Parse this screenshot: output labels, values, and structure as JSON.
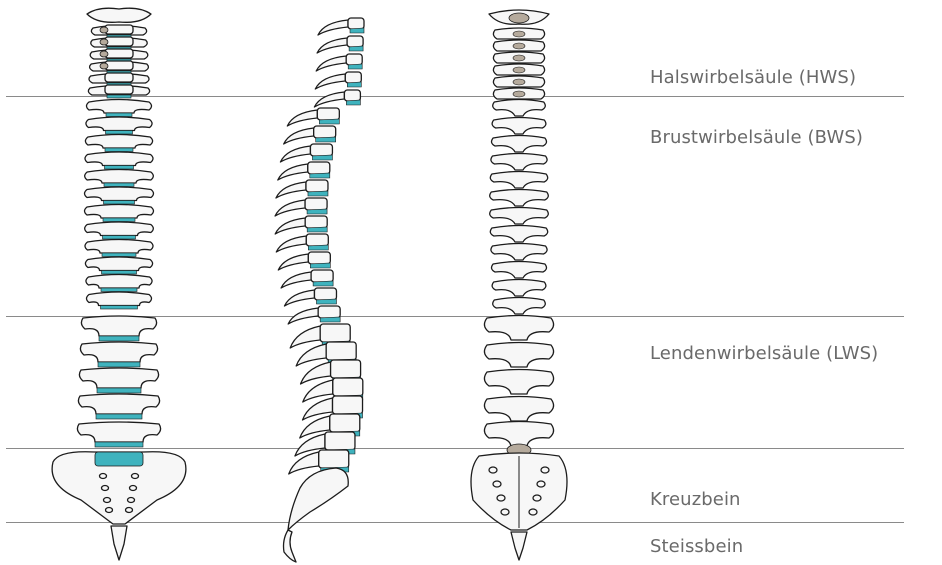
{
  "regions": {
    "hws": "Halswirbelsäule (HWS)",
    "bws": "Brustwirbelsäule (BWS)",
    "lws": "Lendenwirbelsäule (LWS)",
    "kreuzbein": "Kreuzbein",
    "steissbein": "Steissbein"
  },
  "colors": {
    "disc": "#3fb3be",
    "bone_fill": "#f7f7f7",
    "bone_stroke": "#1c1c1c",
    "dens_fill": "#b5aa9c",
    "divider": "#8a8a8a",
    "label": "#6a6a6a"
  },
  "views": [
    {
      "name": "front-view"
    },
    {
      "name": "side-view"
    },
    {
      "name": "back-view"
    }
  ]
}
